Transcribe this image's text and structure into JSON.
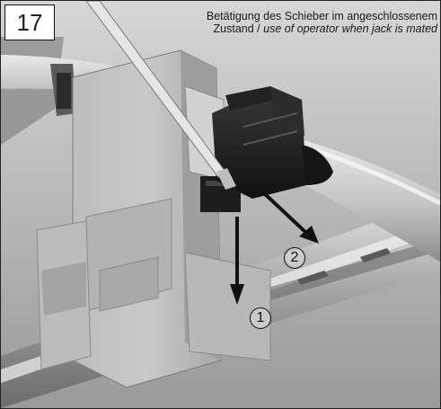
{
  "step": {
    "number": "17"
  },
  "caption": {
    "line1_de": "Betätigung des Schieber im angeschlossenem",
    "line2_de": "Zustand /",
    "line2_en": "use of operator when jack is mated"
  },
  "markers": [
    {
      "label": "1"
    },
    {
      "label": "2"
    }
  ],
  "colors": {
    "arrow": "#111111",
    "frame": "#222222"
  }
}
